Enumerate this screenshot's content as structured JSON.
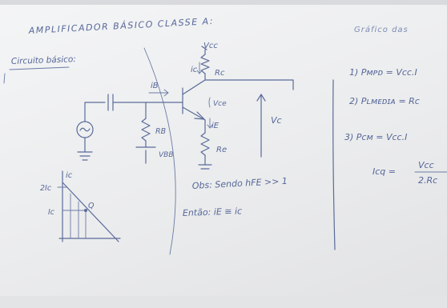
{
  "board": {
    "title": "AMPLIFICADOR BÁSICO CLASSE A:",
    "subtitle": "Circuito básico:",
    "right_header": "Gráfico das",
    "formulas": [
      "1) Pмᴘᴅ = Vcc.I",
      "2) Pʟᴍᴇᴅɪᴀ = Rc",
      "3) Pcᴍ = Vcc.I"
    ],
    "icq_lhs": "Icq =",
    "icq_numerator": "Vcc",
    "icq_denominator": "2.Rc"
  },
  "circuit": {
    "vcc": "Vcc",
    "ic": "ic",
    "rc": "Rc",
    "ib": "iB",
    "vce": "Vce",
    "ie": "iE",
    "re": "Re",
    "rb": "RB",
    "vbb": "VBB",
    "vc": "Vc"
  },
  "loadline": {
    "ic_axis": "ic",
    "two_ic": "2Ic",
    "ic_level": "Ic",
    "point": "Q"
  },
  "notes": {
    "obs": "Obs: Sendo hFE >> 1",
    "entao": "Então: iE ≅ ic"
  },
  "colors": {
    "board": "#ecedee",
    "marker": "#5a6b9a"
  }
}
